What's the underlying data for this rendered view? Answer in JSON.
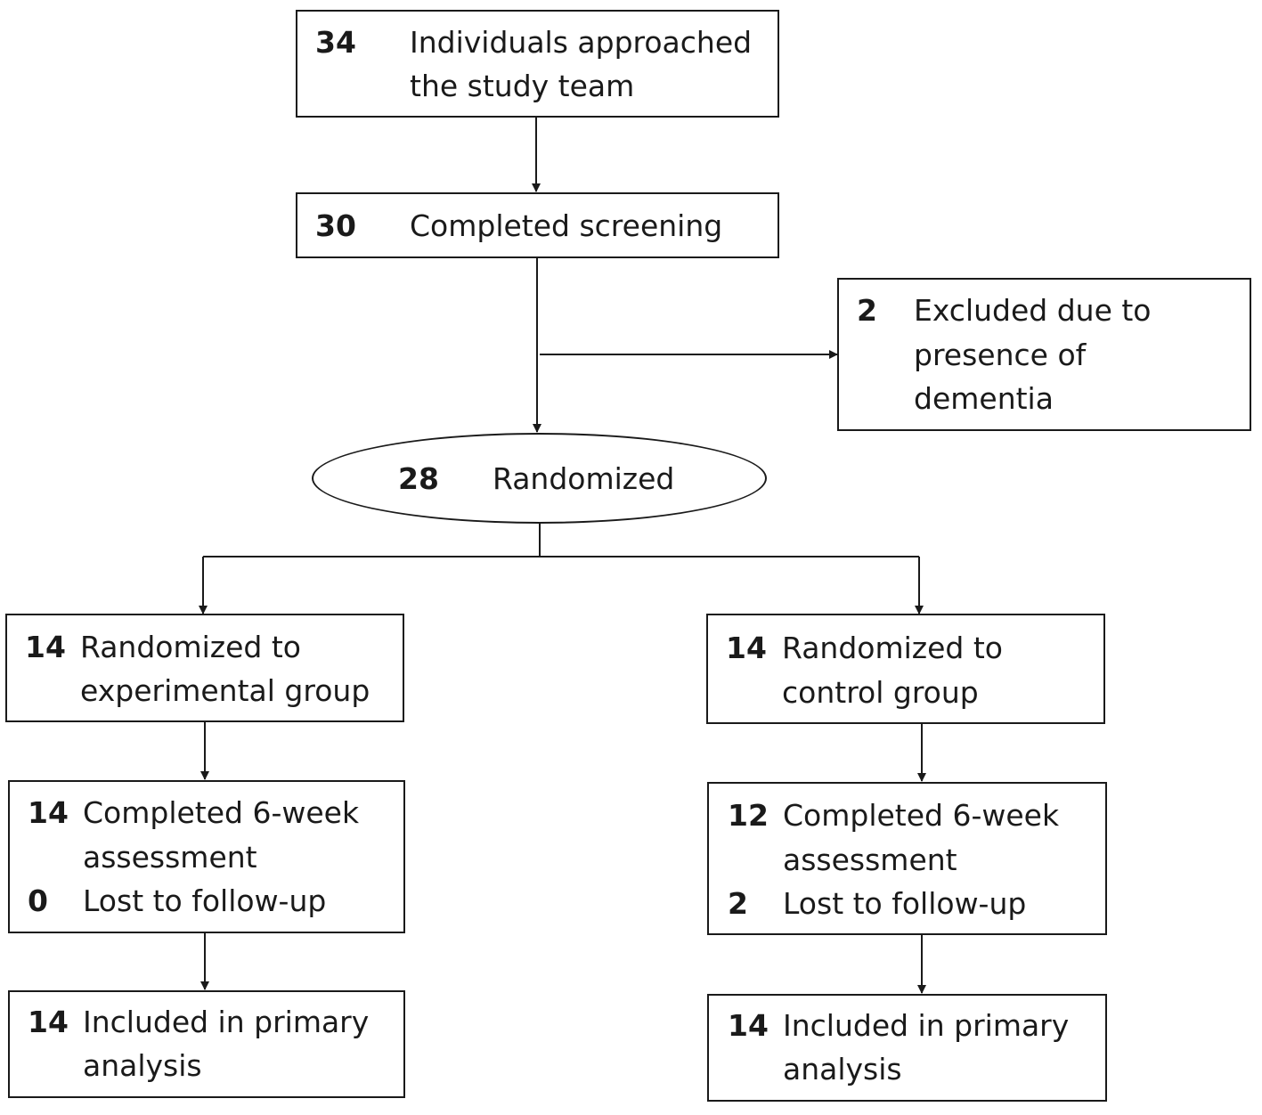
{
  "flowchart": {
    "approached": {
      "count": "34",
      "lines": [
        "Individuals approached",
        "the study team"
      ]
    },
    "screening": {
      "count": "30",
      "lines": [
        "Completed screening"
      ]
    },
    "excluded": {
      "count": "2",
      "lines": [
        "Excluded due to",
        "presence of",
        "dementia"
      ]
    },
    "randomized": {
      "count": "28",
      "label": "Randomized"
    },
    "experimental": {
      "allocation": {
        "count": "14",
        "lines": [
          "Randomized to",
          "experimental group"
        ]
      },
      "followup": {
        "completed_count": "14",
        "completed_lines": [
          "Completed 6-week",
          "assessment"
        ],
        "lost_count": "0",
        "lost_label": "Lost to follow-up"
      },
      "analysis": {
        "count": "14",
        "lines": [
          "Included in primary",
          "analysis"
        ]
      }
    },
    "control": {
      "allocation": {
        "count": "14",
        "lines": [
          "Randomized to",
          "control group"
        ]
      },
      "followup": {
        "completed_count": "12",
        "completed_lines": [
          "Completed 6-week",
          "assessment"
        ],
        "lost_count": "2",
        "lost_label": "Lost to follow-up"
      },
      "analysis": {
        "count": "14",
        "lines": [
          "Included in primary",
          "analysis"
        ]
      }
    }
  }
}
